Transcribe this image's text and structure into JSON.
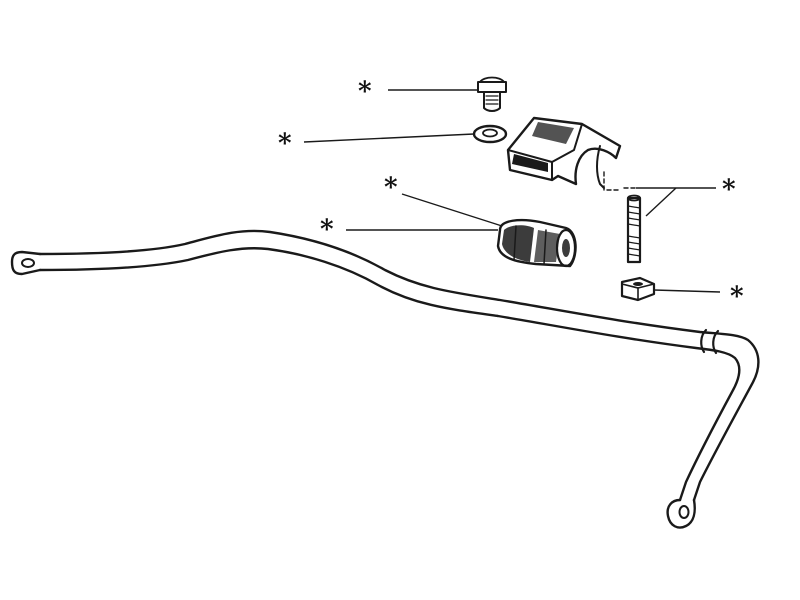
{
  "diagram": {
    "ink_color": "#1a1a1a",
    "background": "#ffffff",
    "callouts": [
      {
        "id": "bolt",
        "label": "*"
      },
      {
        "id": "washer",
        "label": "*"
      },
      {
        "id": "bushing-upper",
        "label": "*"
      },
      {
        "id": "bushing-lower",
        "label": "*"
      },
      {
        "id": "clamp-stud",
        "label": "*"
      },
      {
        "id": "nut",
        "label": "*"
      }
    ],
    "parts": [
      "stabilizer-bar",
      "bolt",
      "washer",
      "clamp-bracket",
      "rubber-bushing",
      "stud",
      "nut"
    ]
  }
}
